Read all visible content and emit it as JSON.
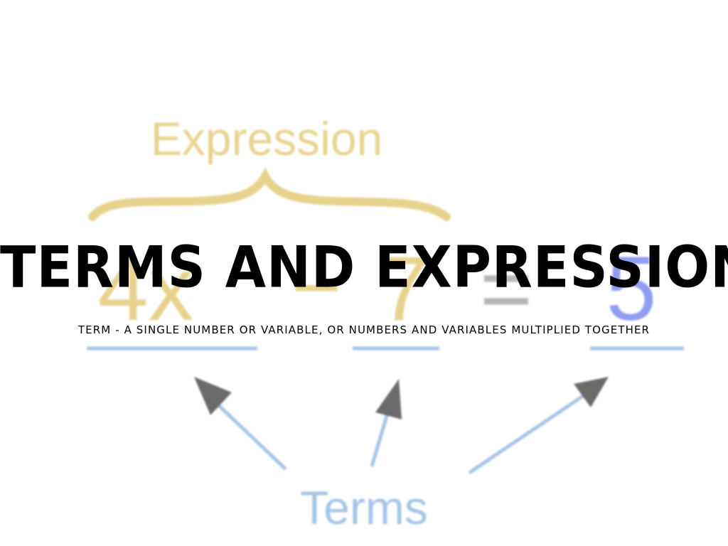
{
  "slide": {
    "title": "TERMS AND EXPRESSIONS",
    "subtitle": "TERM - A SINGLE NUMBER OR VARIABLE, OR NUMBERS AND VARIABLES MULTIPLIED TOGETHER"
  },
  "diagram": {
    "expression_label": "Expression",
    "terms_label": "Terms",
    "equation": {
      "term1": "4x",
      "operator": "−",
      "term2": "7",
      "equals": "=",
      "term3": "5"
    },
    "colors": {
      "expression": "#d8b94a",
      "terms": "#6fa1d8",
      "arrow_head": "#111111",
      "equals": "#8c8c8c",
      "term3": "#4d62e8"
    }
  }
}
